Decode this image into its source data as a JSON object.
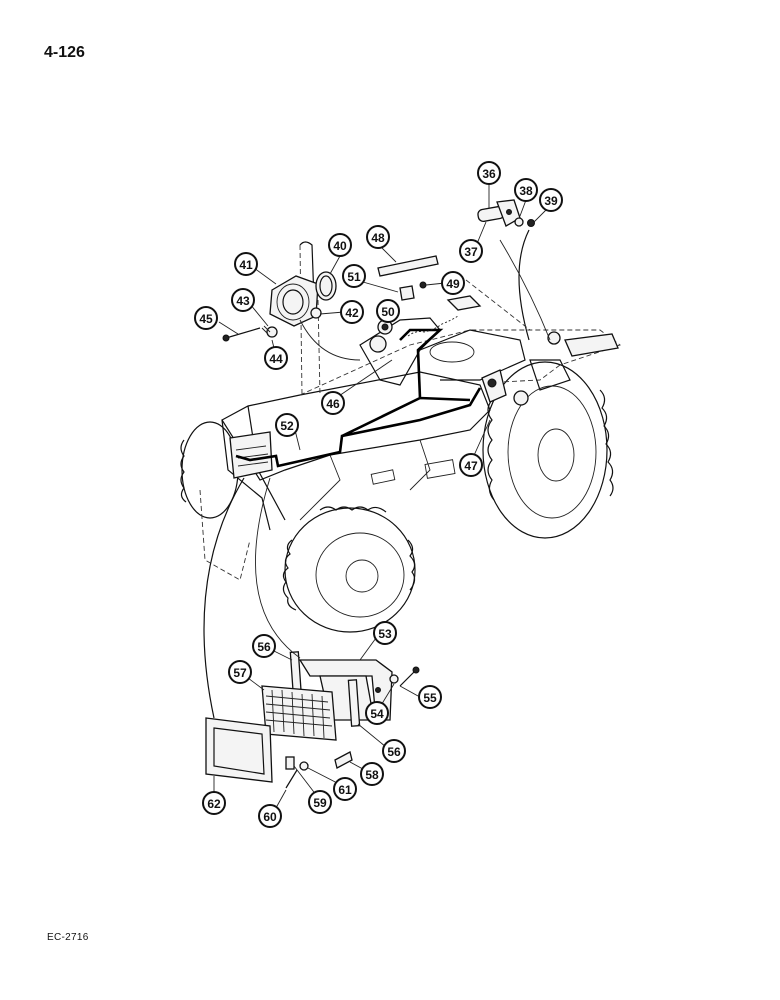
{
  "page": {
    "number": "4-126",
    "doc_code": "EC-2716"
  },
  "callouts": [
    "36",
    "37",
    "38",
    "39",
    "40",
    "41",
    "42",
    "43",
    "44",
    "45",
    "46",
    "47",
    "48",
    "49",
    "50",
    "51",
    "52",
    "53",
    "54",
    "55",
    "56",
    "56",
    "57",
    "58",
    "59",
    "60",
    "61",
    "62"
  ]
}
